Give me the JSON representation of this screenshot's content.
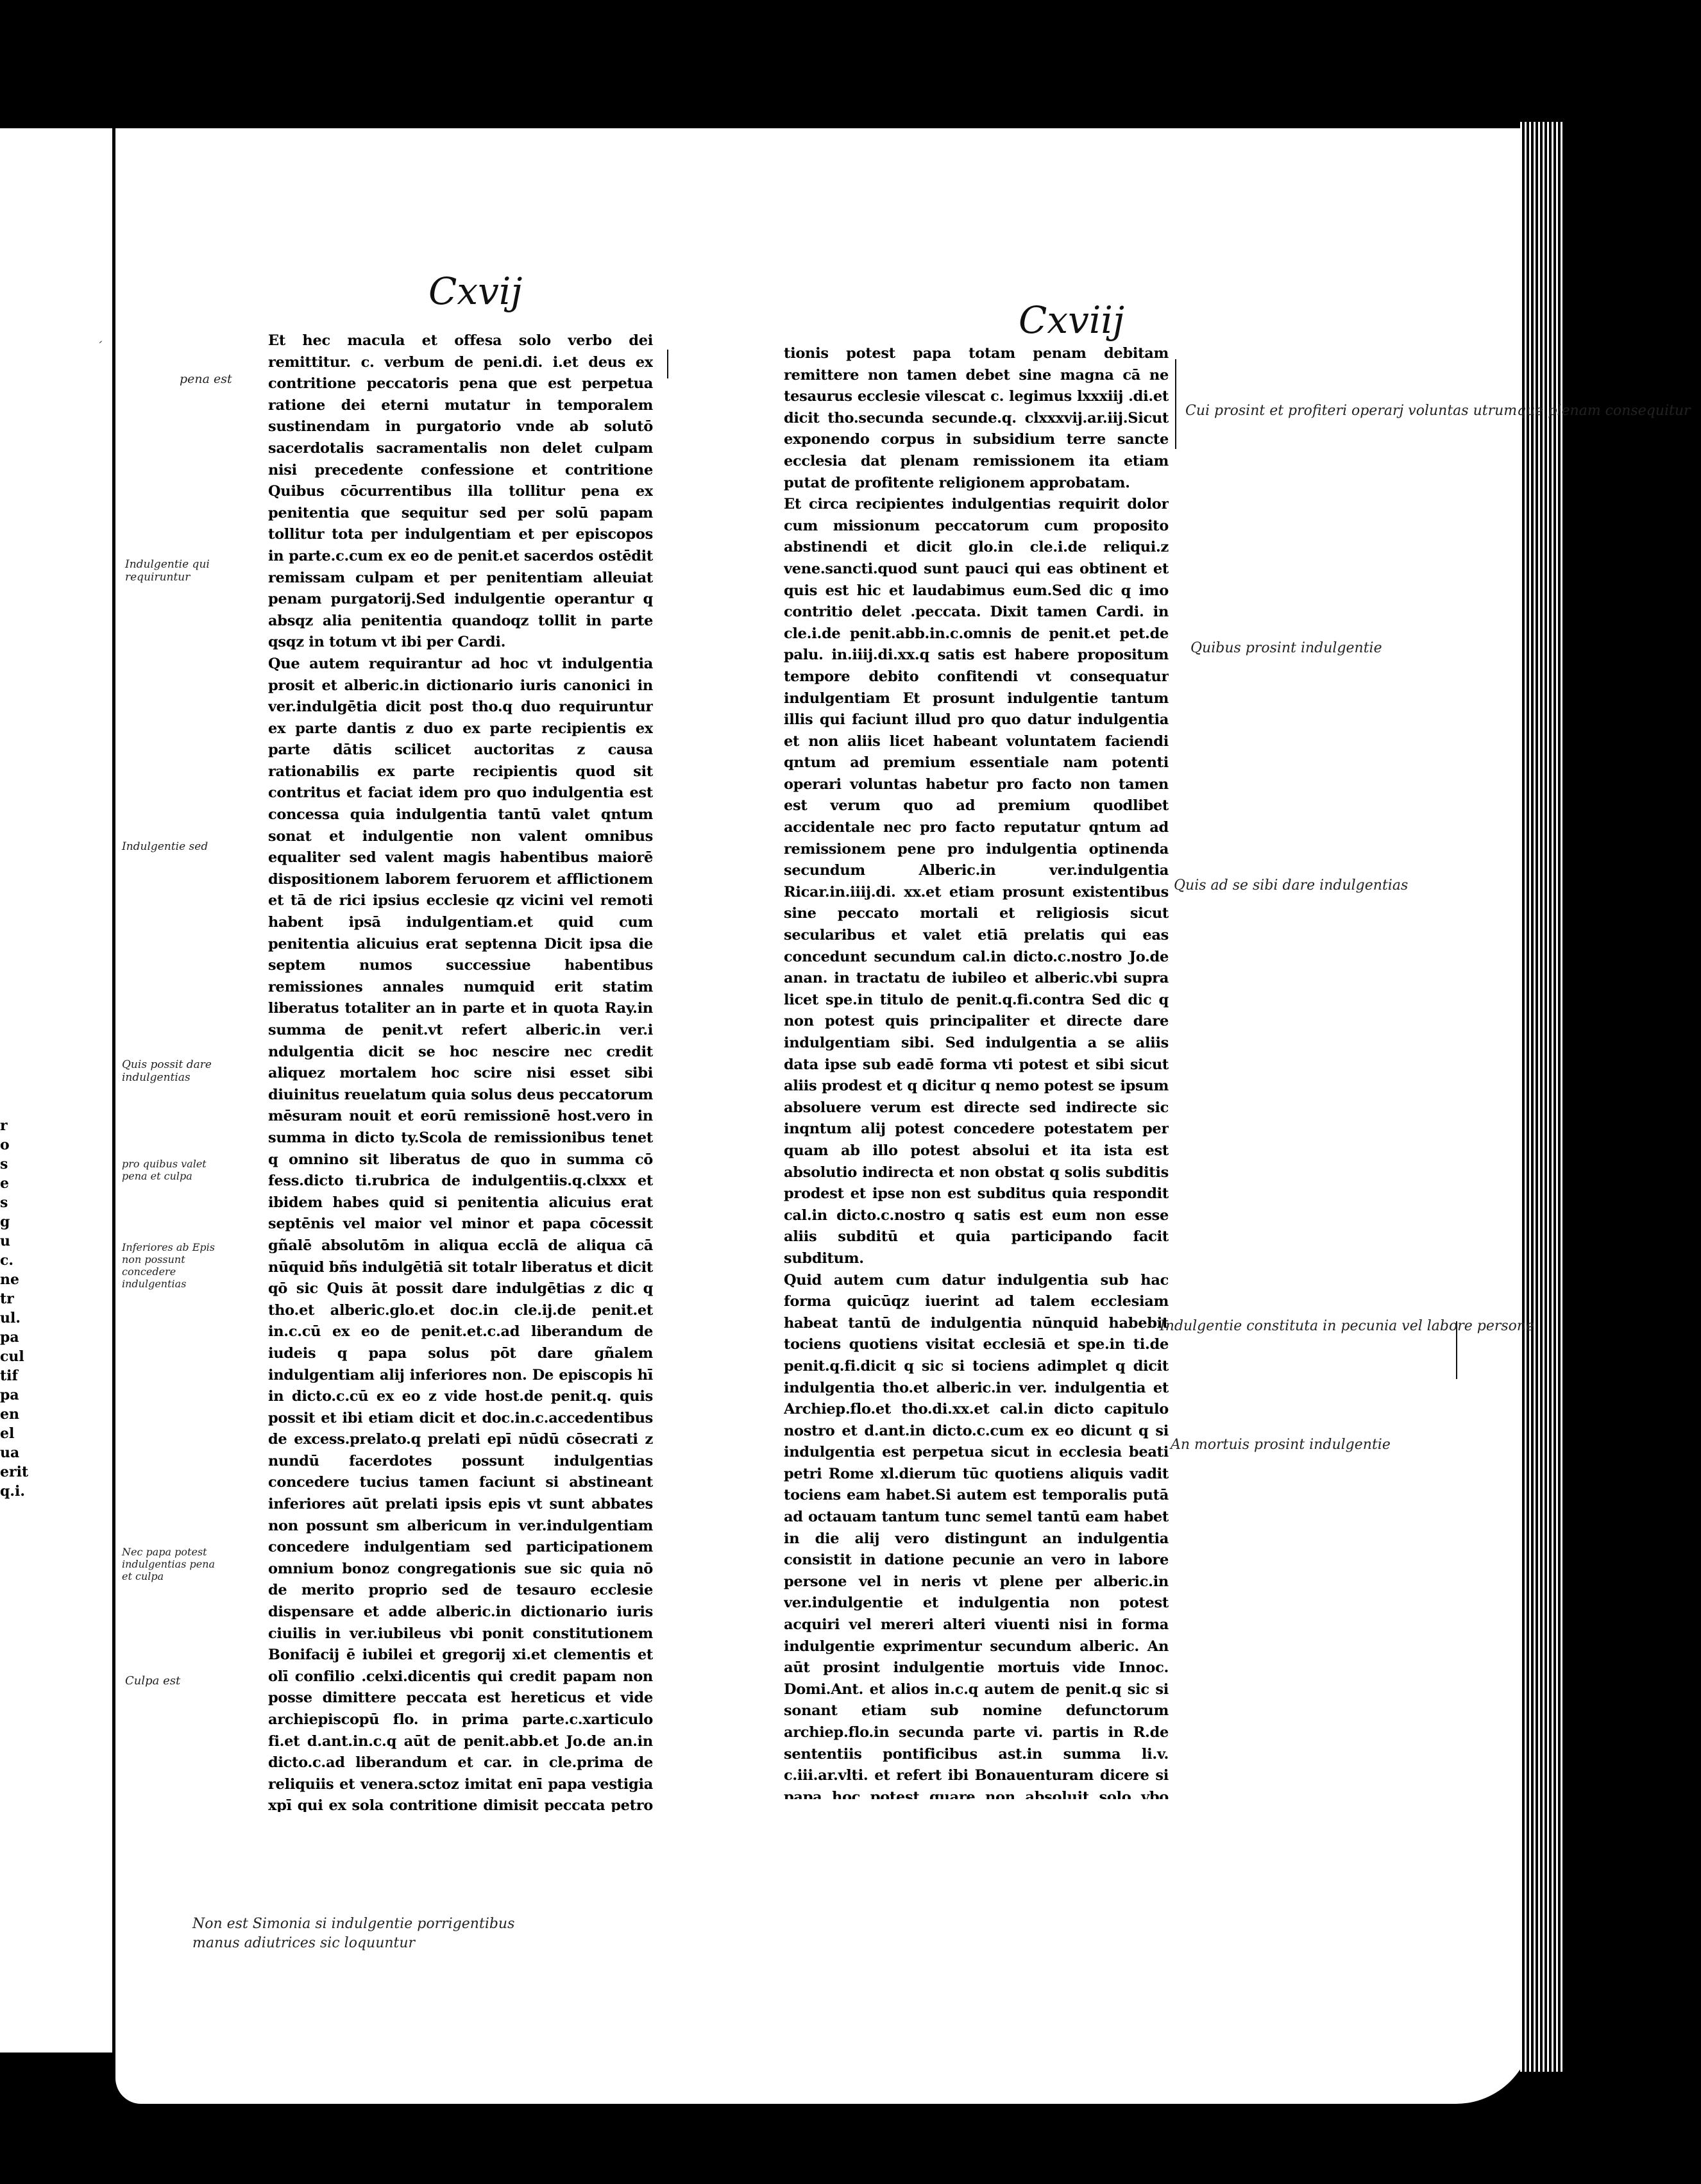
{
  "page": {
    "folio_left": "Cxvij",
    "folio_right": "Cxviij",
    "column_left": [
      "Et hec macula et offesa solo verbo dei remittitur. c. verbum de peni.di. i.et deus ex contritione peccatoris pena que est perpetua ratione dei eterni mutatur in temporalem sustinendam in purgatorio vnde ab solutō sacerdotalis sacramentalis non delet culpam nisi precedente confessione et contritione Quibus cōcurrentibus illa tollitur pena ex penitentia que sequitur sed per solū papam tollitur tota per indulgentiam et per episcopos in parte.c.cum ex eo de penit.et sacerdos ostēdit remissam culpam et per penitentiam alleuiat penam purgatorij.Sed indulgentie operantur q absqz alia penitentia quandoqz tollit in parte qsqz in totum vt ibi per Cardi.",
      "Que autem requirantur ad hoc vt indulgentia prosit et alberic.in dictionario iuris canonici in ver.indulgētia dicit post tho.q duo requiruntur ex parte dantis z duo ex parte recipientis ex parte dātis scilicet auctoritas z causa rationabilis ex parte recipientis quod sit contritus et faciat idem pro quo indulgentia est concessa quia indulgentia tantū valet qntum sonat et indulgentie non valent omnibus equaliter sed valent magis habentibus maiorē dispositionem laborem feruorem et afflictionem et tā de rici ipsius ecclesie qz vicini vel remoti habent ipsā indulgentiam.et quid cum penitentia alicuius erat septenna Dicit ipsa die septem numos successiue habentibus remissiones annales numquid erit statim liberatus totaliter an in parte et in quota Ray.in summa de penit.vt refert alberic.in ver.i ndulgentia dicit se hoc nescire nec credit aliquez mortalem hoc scire nisi esset sibi diuinitus reuelatum quia solus deus peccatorum mēsuram nouit et eorū remissionē host.vero in summa in dicto ty.Scola de remissionibus tenet q omnino sit liberatus de quo in summa cō fess.dicto ti.rubrica de indulgentiis.q.clxxx et ibidem habes quid si penitentia alicuius erat septēnis vel maior vel minor et papa cōcessit gñalē absolutōm in aliqua ecclā de aliqua cā nūquid bñs indulgētiā sit totalr liberatus et dicit qō sic Quis āt possit dare indulgētias z dic q tho.et alberic.glo.et doc.in cle.ij.de penit.et in.c.cū ex eo de penit.et.c.ad liberandum de iudeis q papa solus pōt dare gñalem indulgentiam alij inferiores non. De episcopis hī in dicto.c.cū ex eo z vide host.de penit.q. quis possit et ibi etiam dicit et doc.in.c.accedentibus de excess.prelato.q prelati epī nūdū cōsecrati z nundū facerdotes possunt indulgentias concedere tucius tamen faciunt si abstineant inferiores aūt prelati ipsis epis vt sunt abbates non possunt sm albericum in ver.indulgentiam concedere indulgentiam sed participationem omnium bonoz congregationis sue sic quia nō de merito proprio sed de tesauro ecclesie dispensare et adde alberic.in dictionario iuris ciuilis in ver.iubileus vbi ponit constitutionem Bonifacij ē iubilei et gregorij xi.et clementis et olī confilio .celxi.dicentis qui credit papam non posse dimittere peccata est hereticus et vide archiepiscopū flo. in prima parte.c.xarticulo fi.et d.ant.in.c.q aūt de penit.abb.et Jo.de an.in dicto.c.ad liberandum et car. in cle.prima de reliquiis et venera.sctoz imitat enī papa vestigia xpī qui ex sola contritione dimisit peccata petro paulo latroni z magdalene de quibus per Host.de penit.q.in quibus et vide arch.flo.vbi supra vbi dicit eē hereticum tenere q indulgentie non valeant ad remissionem pene habitis debitis circumstantiis vel q papa nō possit Quia dicitur i Simbolo sanctam ecclesiam sanctorum communionem remissionem peccatorum que fit et per sacramenta et etiam per indulgentias et vide Ricar.in iiij.di.xx.vbi dicit non est Simonia si dentur solum porrigentibus manus adiutrices quia non datur spiritualia pro talibus nisi per accidens cum enim dentur indulgētie pro ecclesiis construendis dantur pro spiritualibus et temporalibus et consequenter pro penitentia debite contri"
    ],
    "column_right": [
      "tionis potest papa totam penam debitam remittere non tamen debet sine magna cā ne tesaurus ecclesie vilescat c. legimus lxxxiij .di.et dicit tho.secunda secunde.q. clxxxvij.ar.iij.Sicut exponendo corpus in subsidium terre sancte ecclesia dat plenam remissionem ita etiam putat de profitente religionem approbatam.",
      "Et circa recipientes indulgentias requirit dolor cum missionum peccatorum cum proposito abstinendi et dicit glo.in cle.i.de reliqui.z vene.sancti.quod sunt pauci qui eas obtinent et quis est hic et laudabimus eum.Sed dic q imo contritio delet .peccata. Dixit tamen Cardi. in cle.i.de penit.abb.in.c.omnis de penit.et pet.de palu. in.iiij.di.xx.q satis est habere propositum tempore debito confitendi vt consequatur indulgentiam Et prosunt indulgentie tantum illis qui faciunt illud pro quo datur indulgentia et non aliis licet habeant voluntatem faciendi qntum ad premium essentiale nam potenti operari voluntas habetur pro facto non tamen est verum quo ad premium quodlibet accidentale nec pro facto reputatur qntum ad remissionem pene pro indulgentia optinenda secundum Alberic.in ver.indulgentia Ricar.in.iiij.di. xx.et etiam prosunt existentibus sine peccato mortali et religiosis sicut secularibus et valet etiā prelatis qui eas concedunt secundum cal.in dicto.c.nostro Jo.de anan. in tractatu de iubileo et alberic.vbi supra licet spe.in titulo de penit.q.fi.contra Sed dic q non potest quis principaliter et directe dare indulgentiam sibi. Sed indulgentia a se aliis data ipse sub eadē forma vti potest et sibi sicut aliis prodest et q dicitur q nemo potest se ipsum absoluere verum est directe sed indirecte sic inqntum alij potest concedere potestatem per quam ab illo potest absolui et ita ista est absolutio indirecta et non obstat q solis subditis prodest et ipse non est subditus quia respondit cal.in dicto.c.nostro q satis est eum non esse aliis subditū et quia participando facit subditum.",
      "Quid autem cum datur indulgentia sub hac forma quicūqz iuerint ad talem ecclesiam habeat tantū de indulgentia nūnquid habebit tociens quotiens visitat ecclesiā et spe.in ti.de penit.q.fi.dicit q sic si tociens adimplet q dicit indulgentia tho.et alberic.in ver. indulgentia et Archiep.flo.et tho.di.xx.et cal.in dicto capitulo nostro et d.ant.in dicto.c.cum ex eo dicunt q si indulgentia est perpetua sicut in ecclesia beati petri Rome xl.dierum tūc quotiens aliquis vadit tociens eam habet.Si autem est temporalis putā ad octauam tantum tunc semel tantū eam habet in die alij vero distingunt an indulgentia consistit in datione pecunie an vero in labore persone vel in neris vt plene per alberic.in ver.indulgentie et indulgentia non potest acquiri vel mereri alteri viuenti nisi in forma indulgentie exprimentur secundum alberic. An aūt prosint indulgentie mortuis vide Innoc. Domi.Ant. et alios in.c.q autem de penit.q sic si sonant etiam sub nomine defunctorum archiep.flo.in secunda parte vi. partis in R.de sententiis pontificibus ast.in summa li.v. c.iii.ar.vlti. et refert ibi Bonauenturam dicere si papa hoc potest quare non absoluit solo vbo omnes existētes in purgatorio cum sit talibus compatiendum et respondet si deus per se ipsum non miseretur eis et semper vere tenet iusticiam multo fortius minister eius hoc facere debet vnde dispensatio tesauri ecclesie facienda est discrete et cum moderamine et nisi ita fiat non acceptatur a deo z spiritualia bona nec dispēsari possunt nec contra dei voluntatem distribui secus in temporalibus licet male et dicit alberic. in dicto ver.indulgētie q papa potest applicare indulgentias illis qui sunt in purgatorio vt per Host.in summa de penitenc.q. quibus Innoc. in.c.q autem de penitenc.licet nonnulli contra Et dixit tho.in.iiij. sententiarum di.xlv.q propter indulgentias"
    ],
    "margin_notes_right": [
      "Cui prosint et profiteri operarj voluntas utrumque plenam consequitur",
      "Quibus prosint indulgentie",
      "Quis ad se sibi dare indulgentias",
      "Indulgentie constituta in pecunia vel labore persone",
      "An mortuis prosint indulgentie"
    ],
    "margin_notes_left_column": [
      "pena est",
      "Indulgentie qui requiruntur",
      "Indulgentie sed",
      "Quis possit dare indulgentias",
      "pro quibus valet pena et culpa",
      "Inferiores ab Epis non possunt concedere indulgentias",
      "Nec papa potest indulgentias pena et culpa",
      "Culpa est"
    ],
    "footnote": [
      "Non est Simonia si indulgentie porrigentibus",
      "manus adiutrices sic loquuntur"
    ],
    "left_page_fragments": [
      "r",
      "o",
      "s",
      "e",
      "s",
      "g",
      "u",
      "c.",
      "ne",
      "tr",
      "ul.",
      "pa",
      "cul",
      "tif",
      "pa",
      "en",
      "el",
      "ua",
      "erit",
      "q.i."
    ]
  }
}
